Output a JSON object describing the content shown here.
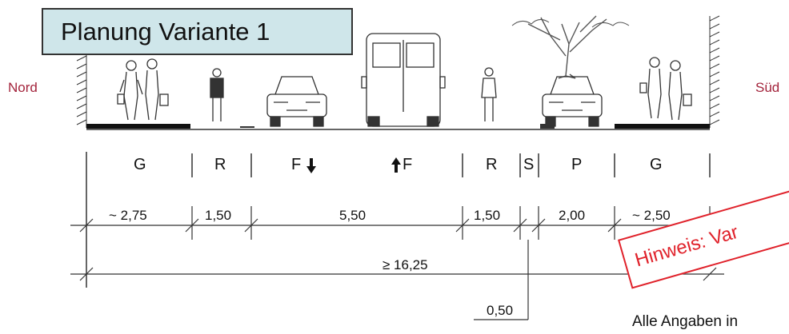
{
  "title": "Planung Variante 1",
  "directions": {
    "left": "Nord",
    "right": "Süd"
  },
  "lane_labels": {
    "g_left": "G",
    "r_left": "R",
    "f_down": "F",
    "f_up": "F",
    "r_right": "R",
    "s": "S",
    "p": "P",
    "g_right": "G"
  },
  "dimensions": {
    "g_left": "~ 2,75",
    "r_left": "1,50",
    "f": "5,50",
    "r_right": "1,50",
    "p": "2,00",
    "g_right": "~ 2,50",
    "total": "≥ 16,25",
    "s": "0,50"
  },
  "stamp": "Hinweis: Var",
  "note": "Alle Angaben in",
  "colors": {
    "title_bg": "#cfe6ea",
    "direction": "#a3243c",
    "stamp": "#e0222b"
  }
}
